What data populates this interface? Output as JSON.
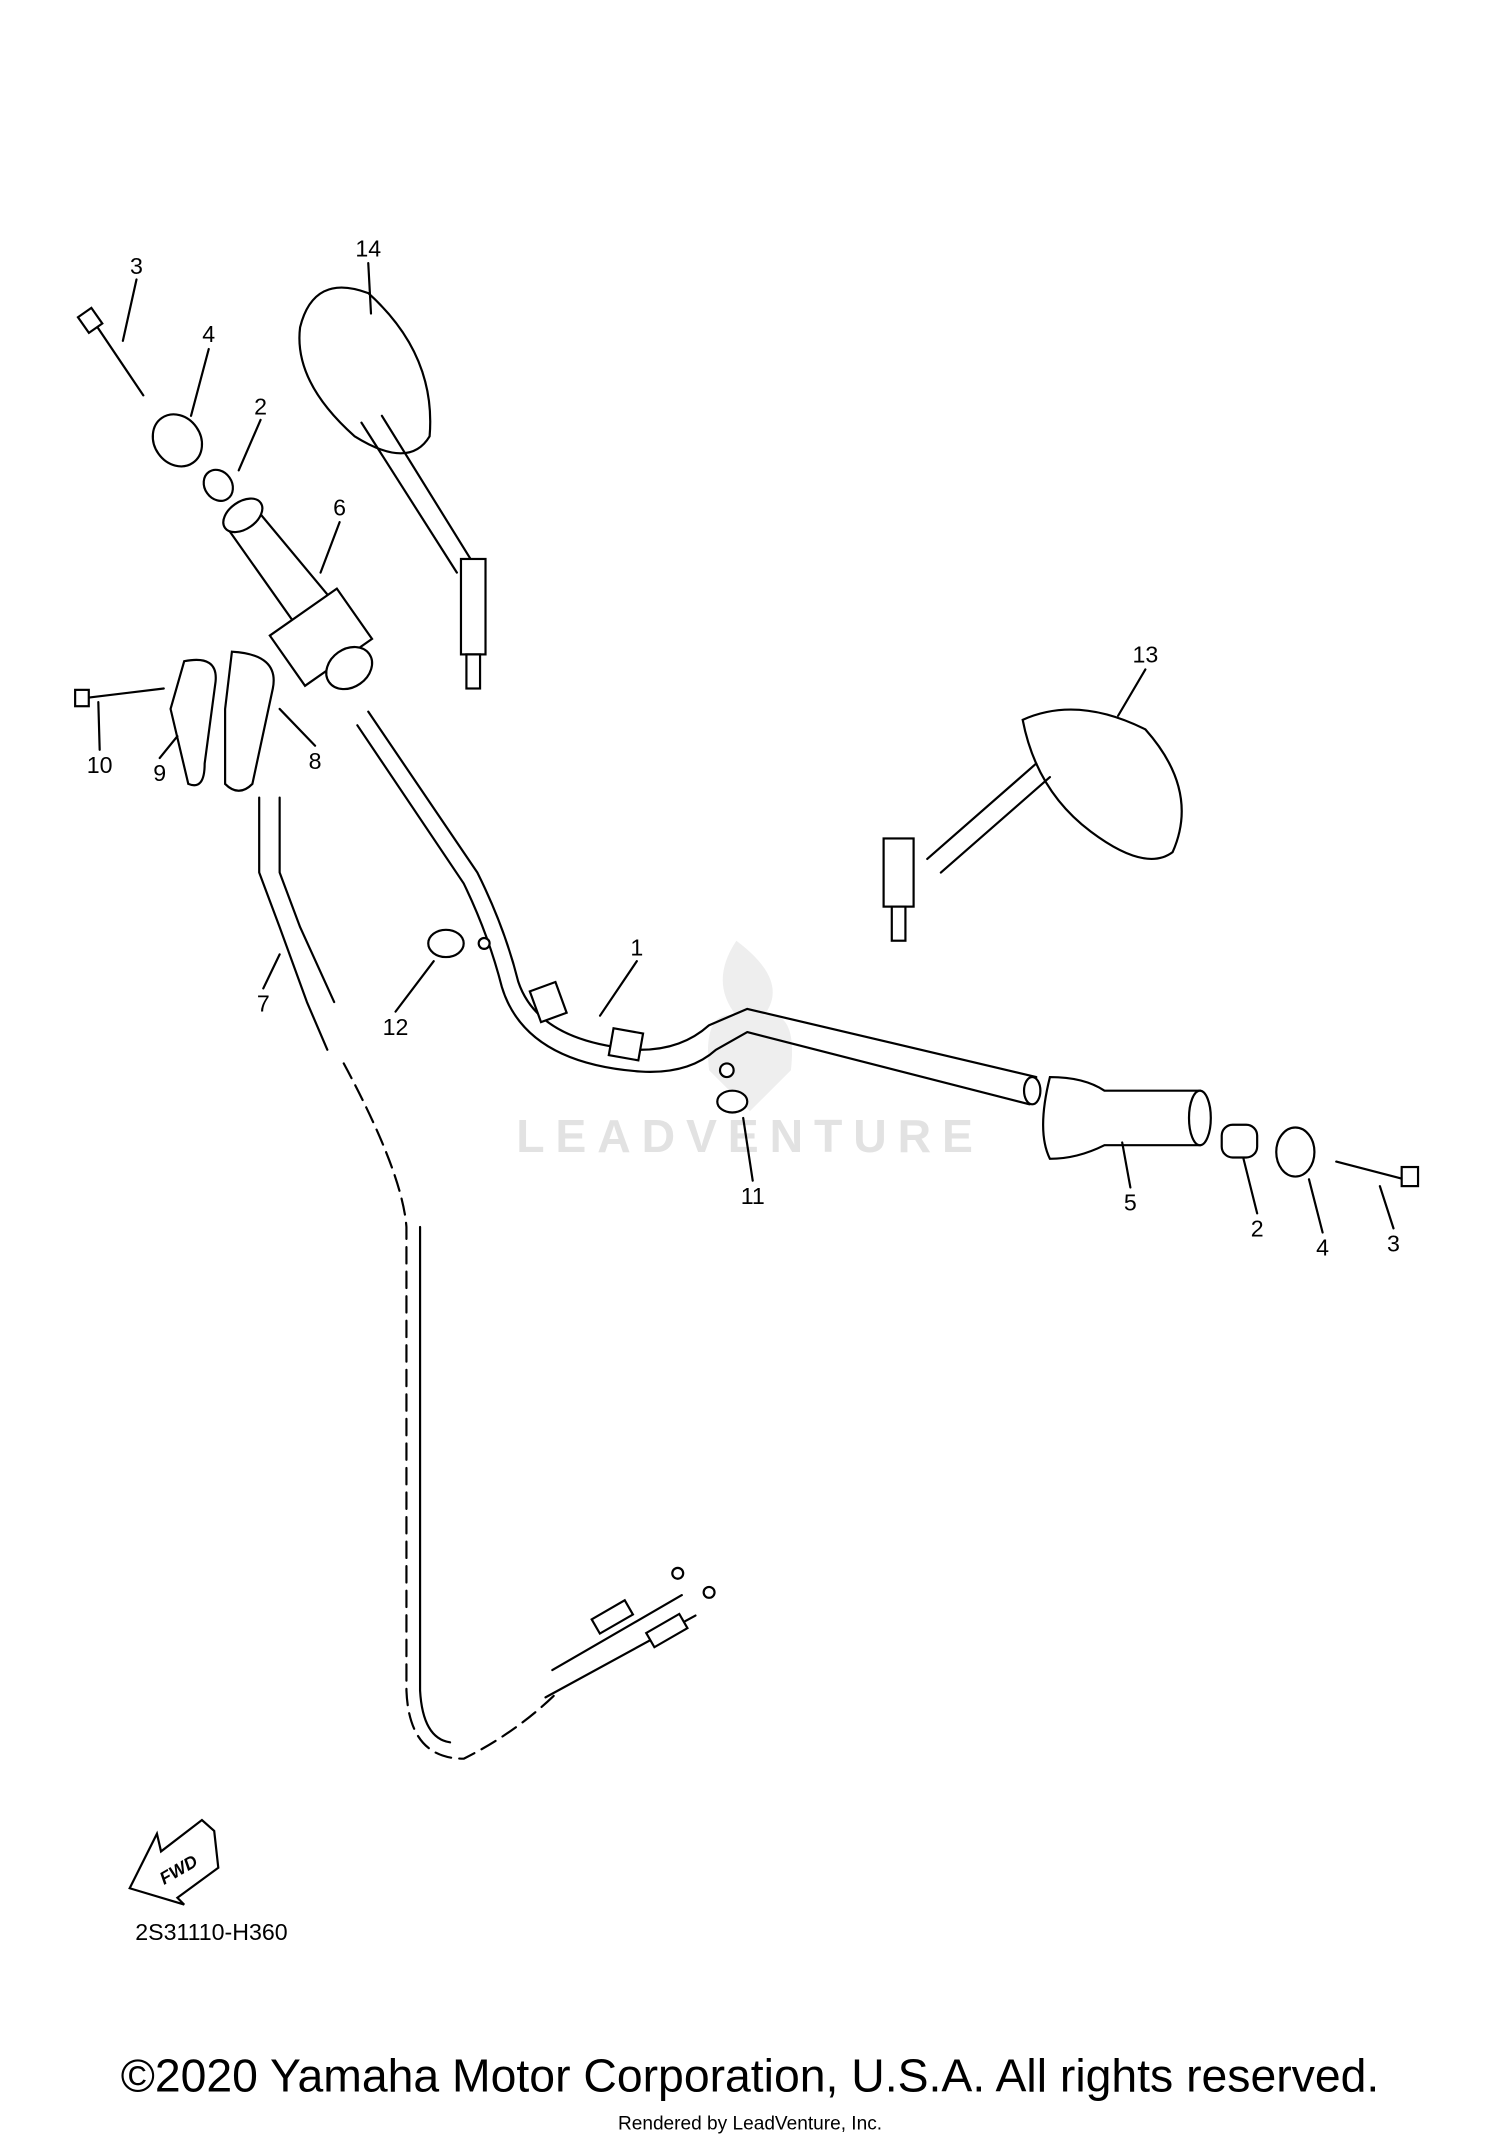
{
  "watermark": "LEADVENTURE",
  "callouts": [
    {
      "id": "label-3-left",
      "text": "3"
    },
    {
      "id": "label-14",
      "text": "14"
    },
    {
      "id": "label-4-left",
      "text": "4"
    },
    {
      "id": "label-2-left",
      "text": "2"
    },
    {
      "id": "label-6",
      "text": "6"
    },
    {
      "id": "label-10",
      "text": "10"
    },
    {
      "id": "label-9",
      "text": "9"
    },
    {
      "id": "label-8",
      "text": "8"
    },
    {
      "id": "label-7",
      "text": "7"
    },
    {
      "id": "label-12",
      "text": "12"
    },
    {
      "id": "label-1",
      "text": "1"
    },
    {
      "id": "label-13",
      "text": "13"
    },
    {
      "id": "label-11",
      "text": "11"
    },
    {
      "id": "label-5",
      "text": "5"
    },
    {
      "id": "label-2-right",
      "text": "2"
    },
    {
      "id": "label-4-right",
      "text": "4"
    },
    {
      "id": "label-3-right",
      "text": "3"
    }
  ],
  "fwd_label": "FWD",
  "part_number": "2S31110-H360",
  "copyright": "©2020 Yamaha Motor Corporation, U.S.A. All rights reserved.",
  "rendered_by": "Rendered by LeadVenture, Inc."
}
